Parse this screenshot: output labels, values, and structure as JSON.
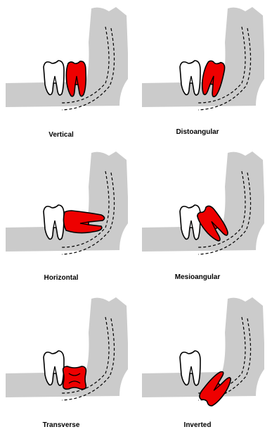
{
  "diagram": {
    "panels": [
      {
        "id": "vertical",
        "label": "Vertical"
      },
      {
        "id": "distoangular",
        "label": "Distoangular"
      },
      {
        "id": "horizontal",
        "label": "Horizontal"
      },
      {
        "id": "mesioangular",
        "label": "Mesioangular"
      },
      {
        "id": "transverse",
        "label": "Transverse"
      },
      {
        "id": "inverted",
        "label": "Inverted"
      }
    ],
    "colors": {
      "bone": "#cbcbcb",
      "impacted_tooth": "#ee0000",
      "adjacent_tooth": "#ffffff",
      "outline": "#000000"
    }
  }
}
